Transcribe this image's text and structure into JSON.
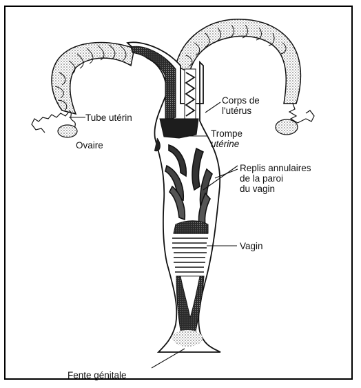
{
  "figure": {
    "labels": {
      "tube_uterin": "Tube utérin",
      "ovaire": "Ovaire",
      "corps_uterus_l1": "Corps de",
      "corps_uterus_l2": "l'utérus",
      "trompe_l1": "Trompe",
      "trompe_l2": "utérine",
      "replis_l1": "Replis annulaires",
      "replis_l2": "de la paroi",
      "replis_l3": "du vagin",
      "vagin": "Vagin",
      "fente": "Fente génitale"
    },
    "colors": {
      "ink": "#111111",
      "shade": "#9a9a9a",
      "light_shade": "#cfcfcf",
      "paper": "#ffffff"
    }
  }
}
